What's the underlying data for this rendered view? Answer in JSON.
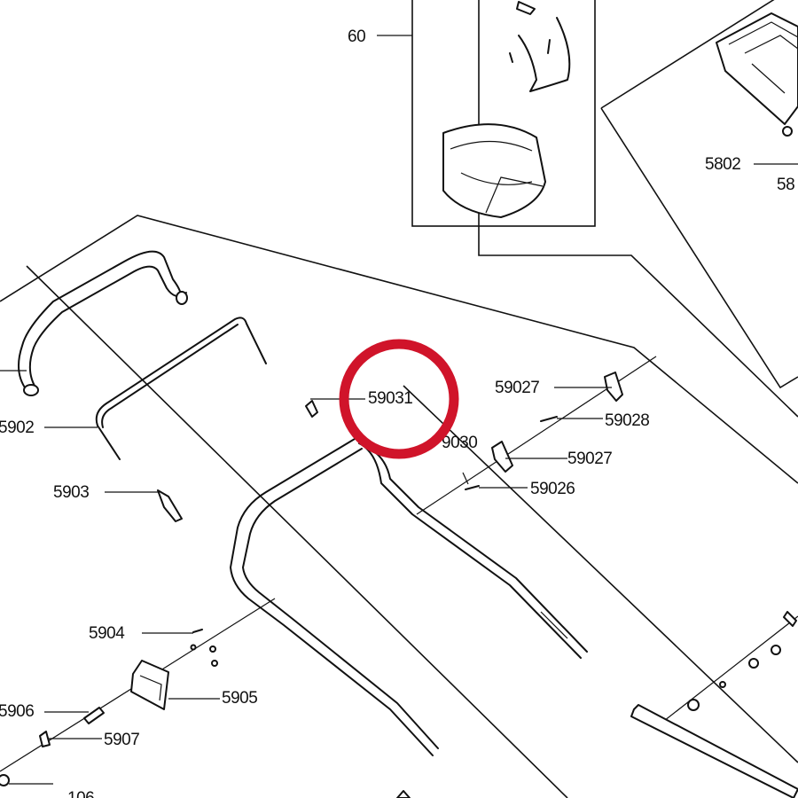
{
  "colors": {
    "highlight_circle": "#d0142a",
    "line": "#111111",
    "background": "#ffffff"
  },
  "labels": {
    "l60": "60",
    "l5802": "5802",
    "l58": "58",
    "l59031": "59031",
    "l59027a": "59027",
    "l59028": "59028",
    "l59030": "9030",
    "l59027b": "59027",
    "l59026": "59026",
    "l5902": "5902",
    "l5903": "5903",
    "l5904": "5904",
    "l5905": "5905",
    "l5906": "5906",
    "l5907": "5907",
    "l106": "106"
  }
}
